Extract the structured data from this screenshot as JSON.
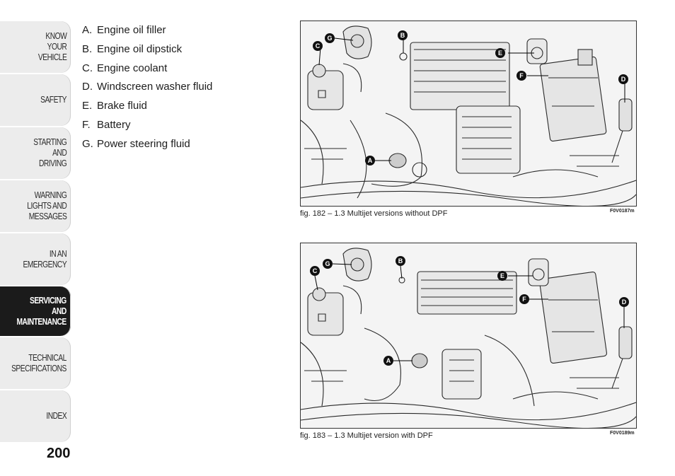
{
  "tabs": [
    {
      "label": "KNOW\nYOUR\nVEHICLE",
      "active": false
    },
    {
      "label": "SAFETY",
      "active": false
    },
    {
      "label": "STARTING\nAND\nDRIVING",
      "active": false
    },
    {
      "label": "WARNING\nLIGHTS AND\nMESSAGES",
      "active": false
    },
    {
      "label": "IN AN\nEMERGENCY",
      "active": false
    },
    {
      "label": "SERVICING\nAND\nMAINTENANCE",
      "active": true
    },
    {
      "label": "TECHNICAL\nSPECIFICATIONS",
      "active": false
    },
    {
      "label": "INDEX",
      "active": false
    }
  ],
  "page_number": "200",
  "legend": [
    {
      "key": "A.",
      "text": "Engine oil filler"
    },
    {
      "key": "B.",
      "text": "Engine oil dipstick"
    },
    {
      "key": "C.",
      "text": "Engine coolant"
    },
    {
      "key": "D.",
      "text": "Windscreen washer fluid"
    },
    {
      "key": "E.",
      "text": "Brake fluid"
    },
    {
      "key": "F.",
      "text": "Battery"
    },
    {
      "key": "G.",
      "text": "Power steering fluid"
    }
  ],
  "figures": [
    {
      "caption": "fig. 182 – 1.3 Multijet versions without DPF",
      "code": "F0V0187m",
      "markers": [
        "A",
        "B",
        "C",
        "D",
        "E",
        "F",
        "G"
      ]
    },
    {
      "caption": "fig. 183 – 1.3 Multijet version with DPF",
      "code": "F0V0189m",
      "markers": [
        "A",
        "B",
        "C",
        "D",
        "E",
        "F",
        "G"
      ]
    }
  ]
}
